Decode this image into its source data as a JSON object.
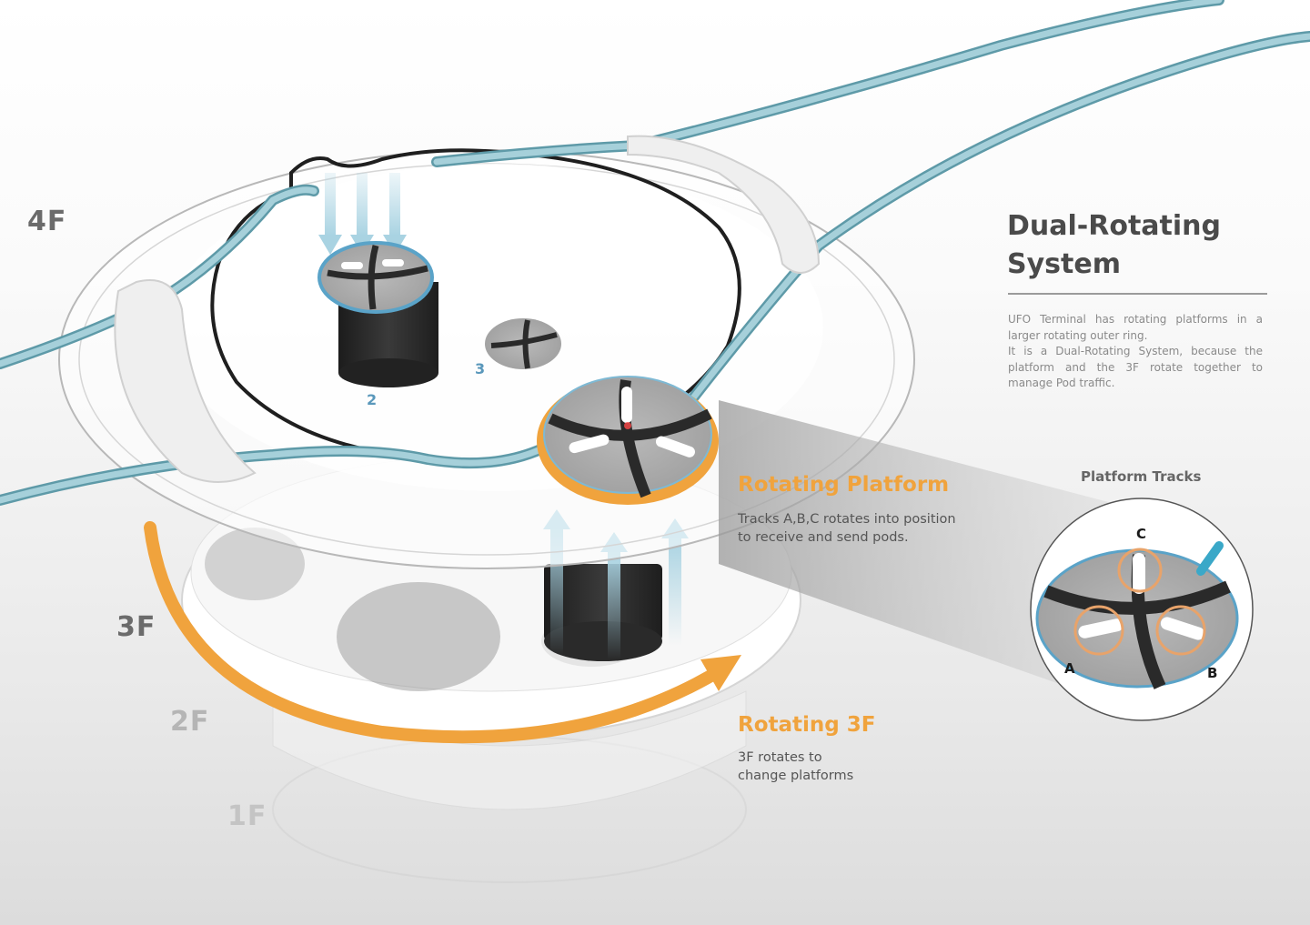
{
  "floors": [
    {
      "label": "4F",
      "color": "#6b6b6b"
    },
    {
      "label": "3F",
      "color": "#6b6b6b"
    },
    {
      "label": "2F",
      "color": "#b5b5b5"
    },
    {
      "label": "1F",
      "color": "#c4c4c4"
    }
  ],
  "platform_numbers": [
    "2",
    "3"
  ],
  "info_panel": {
    "title_line1": "Dual-Rotating",
    "title_line2": "System",
    "paragraph1": "UFO Terminal has rotating platforms in a larger rotating outer ring.",
    "paragraph2": "It is a Dual-Rotating System, because the platform and the 3F rotate together to manage Pod traffic."
  },
  "callouts": {
    "rotating_platform": {
      "title": "Rotating Platform",
      "line1": "Tracks A,B,C rotates into position",
      "line2": "to receive and send pods."
    },
    "rotating_3f": {
      "title": "Rotating 3F",
      "line1": "3F rotates to",
      "line2": "change platforms"
    }
  },
  "detail_view": {
    "title": "Platform Tracks",
    "tracks": [
      "A",
      "B",
      "C"
    ]
  },
  "colors": {
    "accent_orange": "#f0a33d",
    "tube_teal": "#8fbfca",
    "tube_edge": "#5e9aa8",
    "flow_arrow": "#a9d3e2",
    "pillar": "#2b2b2b",
    "platform_rim": "#5aa3c8",
    "text_dark": "#4a4a4a",
    "text_muted": "#8a8a8a"
  }
}
